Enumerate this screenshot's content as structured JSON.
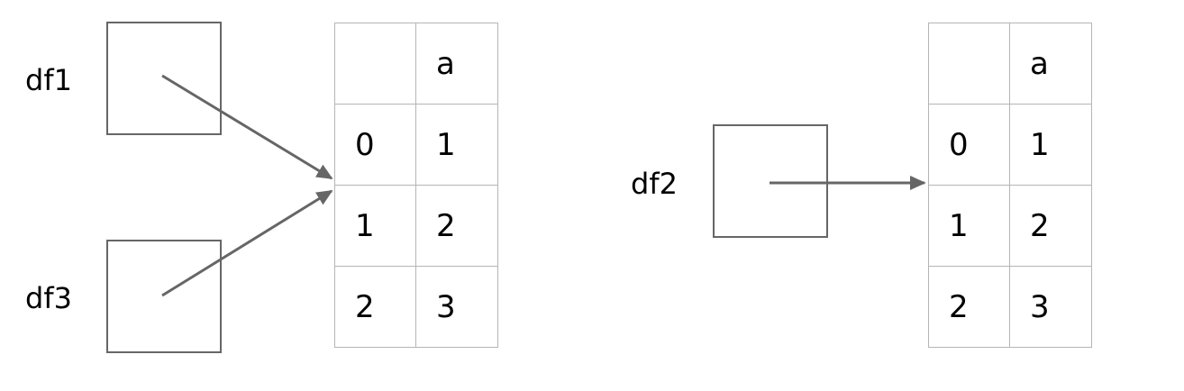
{
  "diagram": {
    "type": "dataframe-reference-diagram",
    "colors": {
      "box_border": "#666666",
      "table_border": "#b5b5b5",
      "arrow": "#666666",
      "text": "#000000",
      "background": "#ffffff"
    },
    "groups": [
      {
        "id": "left-group",
        "sources": [
          {
            "name": "df1",
            "label": "df1"
          },
          {
            "name": "df3",
            "label": "df3"
          }
        ],
        "arrows": [
          {
            "from": "df1",
            "to": "left-table",
            "name": "arrow-df1-to-table"
          },
          {
            "from": "df3",
            "to": "left-table",
            "name": "arrow-df3-to-table"
          }
        ],
        "table": {
          "id": "left-table",
          "columns": [
            "",
            "a"
          ],
          "index": [
            "0",
            "1",
            "2"
          ],
          "rows": [
            [
              "0",
              "1"
            ],
            [
              "1",
              "2"
            ],
            [
              "2",
              "3"
            ]
          ]
        }
      },
      {
        "id": "right-group",
        "sources": [
          {
            "name": "df2",
            "label": "df2"
          }
        ],
        "arrows": [
          {
            "from": "df2",
            "to": "right-table",
            "name": "arrow-df2-to-table"
          }
        ],
        "table": {
          "id": "right-table",
          "columns": [
            "",
            "a"
          ],
          "index": [
            "0",
            "1",
            "2"
          ],
          "rows": [
            [
              "0",
              "1"
            ],
            [
              "1",
              "2"
            ],
            [
              "2",
              "3"
            ]
          ]
        }
      }
    ]
  }
}
